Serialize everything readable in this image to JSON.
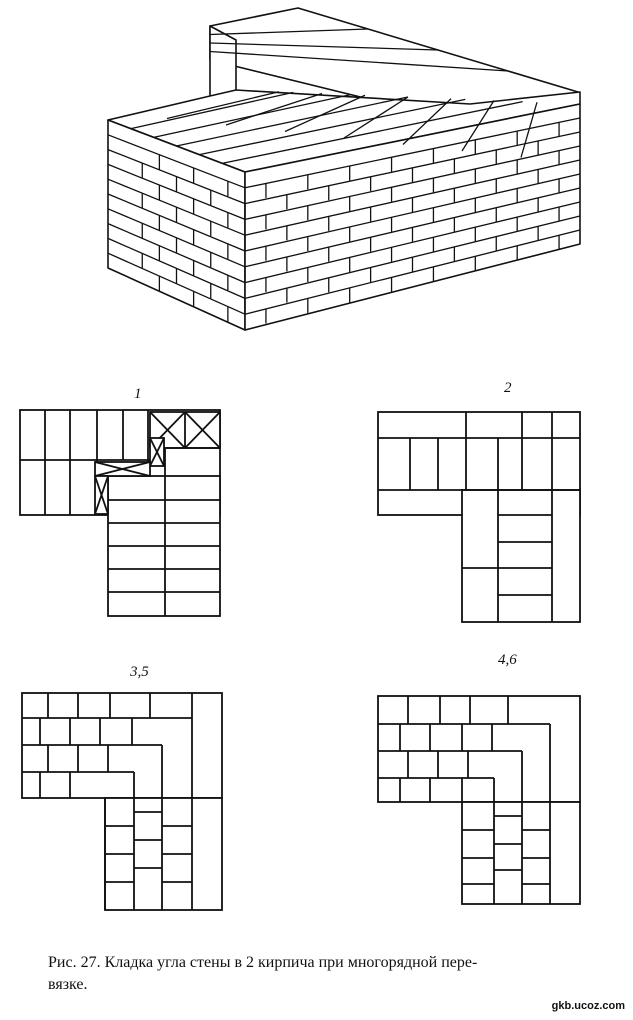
{
  "figure": {
    "labels": {
      "p1": "1",
      "p2": "2",
      "p3": "3,5",
      "p4": "4,6"
    },
    "caption_line1": "Рис. 27. Кладка угла стены в 2 кирпича при многорядной пере-",
    "caption_line2": "вязке.",
    "watermark": "gkb.ucoz.com"
  }
}
